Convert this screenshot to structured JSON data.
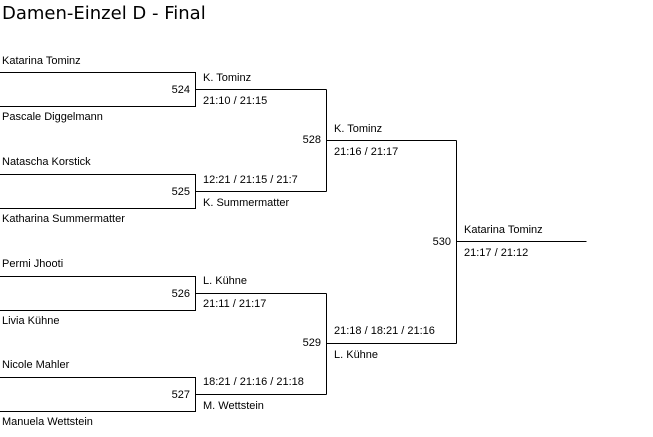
{
  "title": "Damen-Einzel D - Final",
  "round1": [
    {
      "match": "524",
      "player_top": "Katarina Tominz",
      "player_bottom": "Pascale Diggelmann",
      "winner": "K. Tominz",
      "score": "21:10 / 21:15"
    },
    {
      "match": "525",
      "player_top": "Natascha Korstick",
      "player_bottom": "Katharina Summermatter",
      "winner": "K. Summermatter",
      "score": "12:21 / 21:15 / 21:7"
    },
    {
      "match": "526",
      "player_top": "Permi Jhooti",
      "player_bottom": "Livia Kühne",
      "winner": "L. Kühne",
      "score": "21:11 / 21:17"
    },
    {
      "match": "527",
      "player_top": "Nicole Mahler",
      "player_bottom": "Manuela Wettstein",
      "winner": "M. Wettstein",
      "score": "18:21 / 21:16 / 21:18"
    }
  ],
  "round2": [
    {
      "match": "528",
      "winner": "K. Tominz",
      "score": "21:16 / 21:17"
    },
    {
      "match": "529",
      "winner": "L. Kühne",
      "score": "21:18 / 18:21 / 21:16"
    }
  ],
  "final": {
    "match": "530",
    "winner": "Katarina Tominz",
    "score": "21:17 / 21:12"
  }
}
